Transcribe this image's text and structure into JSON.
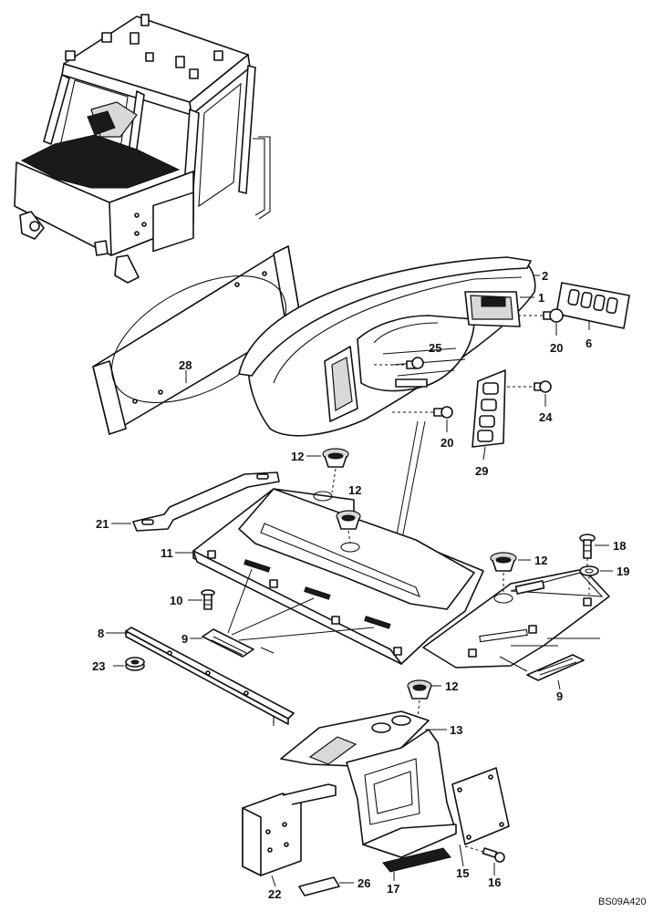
{
  "diagram": {
    "drawing_code": "BS09A420",
    "callouts": {
      "c1": "1",
      "c2": "2",
      "c6": "6",
      "c8": "8",
      "c9a": "9",
      "c9b": "9",
      "c10": "10",
      "c11": "11",
      "c12a": "12",
      "c12b": "12",
      "c12c": "12",
      "c12d": "12",
      "c13": "13",
      "c15": "15",
      "c16": "16",
      "c17": "17",
      "c18": "18",
      "c19": "19",
      "c20a": "20",
      "c20b": "20",
      "c21": "21",
      "c22": "22",
      "c23": "23",
      "c24": "24",
      "c25": "25",
      "c26": "26",
      "c28": "28",
      "c29": "29"
    }
  }
}
